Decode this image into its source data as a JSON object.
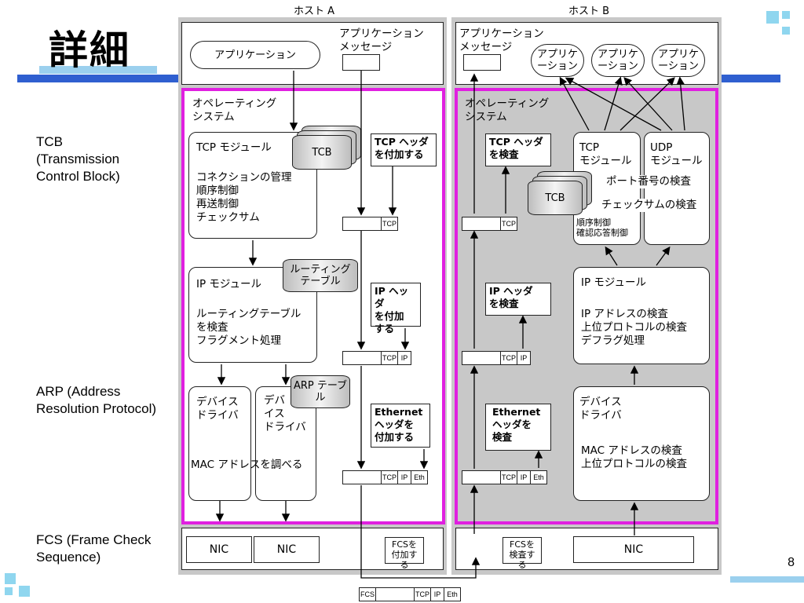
{
  "slide": {
    "title": "詳細",
    "page_number": "8"
  },
  "side_labels": {
    "tcb": "TCB\n(Transmission\nControl Block)",
    "arp": "ARP (Address\nResolution Protocol)",
    "fcs": "FCS (Frame Check\nSequence)"
  },
  "host_a": {
    "label": "ホスト A",
    "app": "アプリケーション",
    "app_message": "アプリケーション\nメッセージ",
    "os": "オペレーティング\nシステム",
    "tcp_module": {
      "title": "TCP モジュール",
      "items": "コネクションの管理\n順序制御\n再送制御\nチェックサム"
    },
    "tcb_label": "TCB",
    "tcp_header_note": "TCP ヘッダ\nを付加する",
    "ip_module": {
      "title": "IP モジュール",
      "items": "ルーティングテーブル\nを検査\nフラグメント処理"
    },
    "routing_table": "ルーティング\nテーブル",
    "ip_header_note": "IP ヘッダ\nを付加\nする",
    "device_driver_1": "デバイス\nドライバ",
    "device_driver_2": "デバ\nイス\nドライバ",
    "arp_table": "ARP\nテーブル",
    "mac_lookup": "MAC アドレスを調べる",
    "eth_header_note": "Ethernet\nヘッダを\n付加する",
    "nic_1": "NIC",
    "nic_2": "NIC",
    "fcs_note": "FCSを\n付加する"
  },
  "host_b": {
    "label": "ホスト B",
    "app_message": "アプリケーション\nメッセージ",
    "apps": [
      "アプリケ\nーション",
      "アプリケ\nーション",
      "アプリケ\nーション"
    ],
    "os": "オペレーティング\nシステム",
    "tcp_check_note": "TCP ヘッダ\nを検査",
    "tcb_label": "TCB",
    "tcp_module": {
      "title": "TCP\nモジュール",
      "items": "順序制御\n確認応答制御"
    },
    "udp_module": {
      "title": "UDP\nモジュール"
    },
    "port_check": "ポート番号の検査",
    "checksum_check": "チェックサムの検査",
    "ip_check_note": "IP ヘッダ\nを検査",
    "ip_module": {
      "title": "IP モジュール",
      "items": "IP アドレスの検査\n上位プロトコルの検査\nデフラグ処理"
    },
    "eth_check_note": "Ethernet\nヘッダを\n検査",
    "device_driver": {
      "title": "デバイス\nドライバ",
      "items": "MAC アドレスの検査\n上位プロトコルの検査"
    },
    "fcs_check_note": "FCSを\n検査する",
    "nic": "NIC"
  },
  "packets": {
    "tcp": "TCP",
    "ip": "IP",
    "eth": "Eth",
    "fcs": "FCS"
  }
}
